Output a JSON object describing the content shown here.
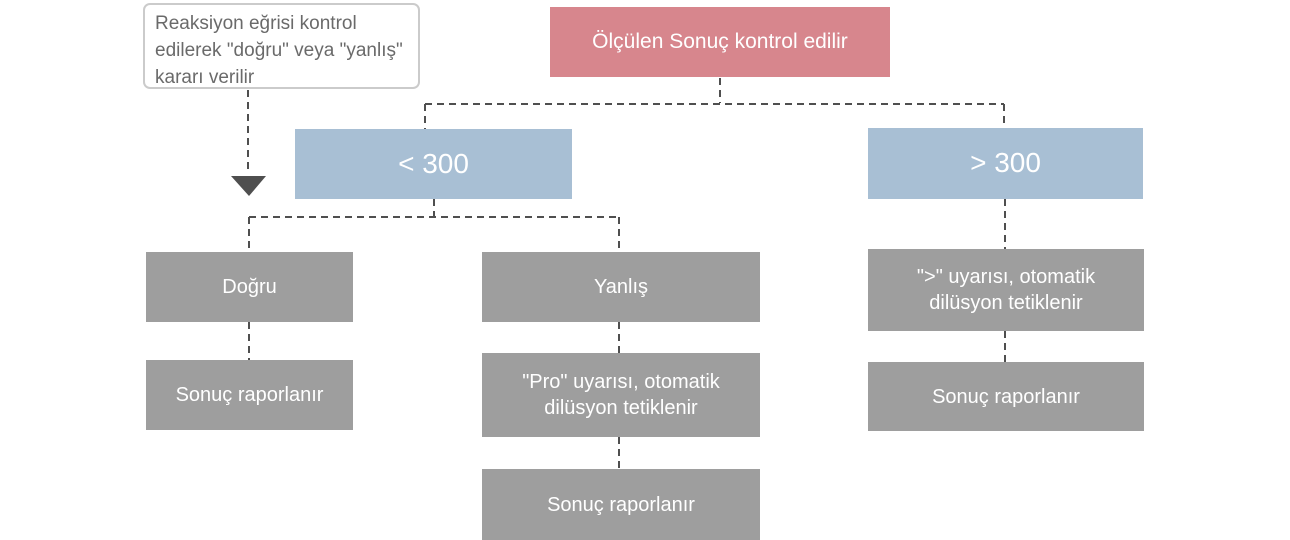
{
  "diagram": {
    "note": {
      "text": "Reaksiyon eğrisi kontrol edilerek \"doğru\" veya \"yanlış\" kararı verilir"
    },
    "root": {
      "label": "Ölçülen Sonuç kontrol edilir"
    },
    "branch_left": {
      "label": "< 300"
    },
    "branch_right": {
      "label": "> 300"
    },
    "dogru": {
      "label": "Doğru"
    },
    "dogru_report": {
      "label": "Sonuç raporlanır"
    },
    "yanlis": {
      "label": "Yanlış"
    },
    "pro_warning": {
      "label": "\"Pro\" uyarısı, otomatik dilüsyon tetiklenir"
    },
    "yanlis_report": {
      "label": "Sonuç raporlanır"
    },
    "gt_warning": {
      "label": "\">\" uyarısı, otomatik dilüsyon tetiklenir"
    },
    "gt_report": {
      "label": "Sonuç raporlanır"
    }
  },
  "colors": {
    "root_fill": "#d7868d",
    "branch_fill": "#a8bfd4",
    "action_fill": "#9e9e9e",
    "connector": "#4f4f4f",
    "note_border": "#cbcbcb",
    "note_text": "#6a6a6a",
    "node_text": "#ffffff"
  }
}
